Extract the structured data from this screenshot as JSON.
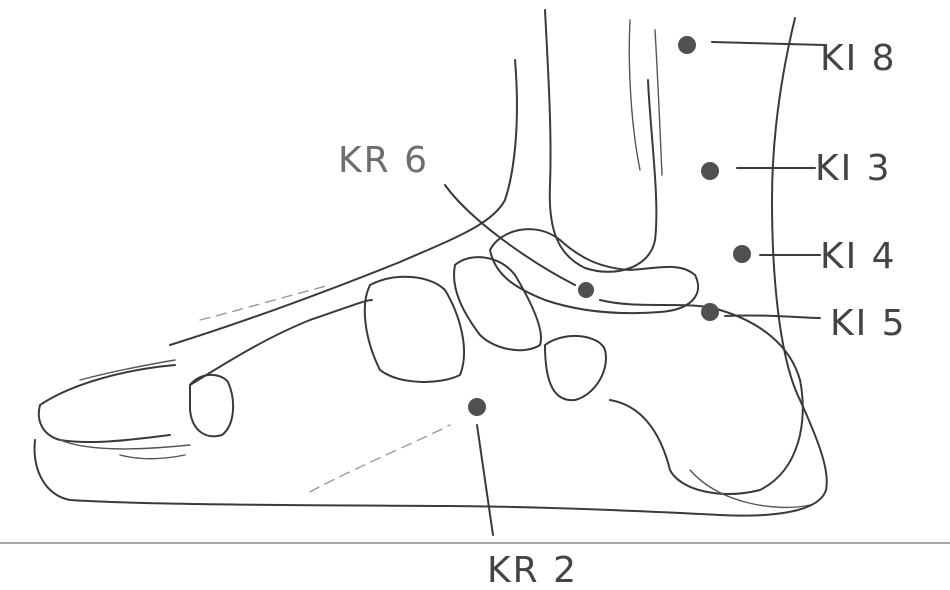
{
  "colors": {
    "ink": "#3a3a3a",
    "point": "#505050",
    "background": "#ffffff"
  },
  "points": [
    {
      "id": "ki8",
      "label": "KI 8"
    },
    {
      "id": "ki3",
      "label": "KI 3"
    },
    {
      "id": "ki4",
      "label": "KI 4"
    },
    {
      "id": "ki5",
      "label": "KI 5"
    },
    {
      "id": "kr6",
      "label": "KR 6"
    },
    {
      "id": "kr2",
      "label": "KR 2"
    }
  ]
}
